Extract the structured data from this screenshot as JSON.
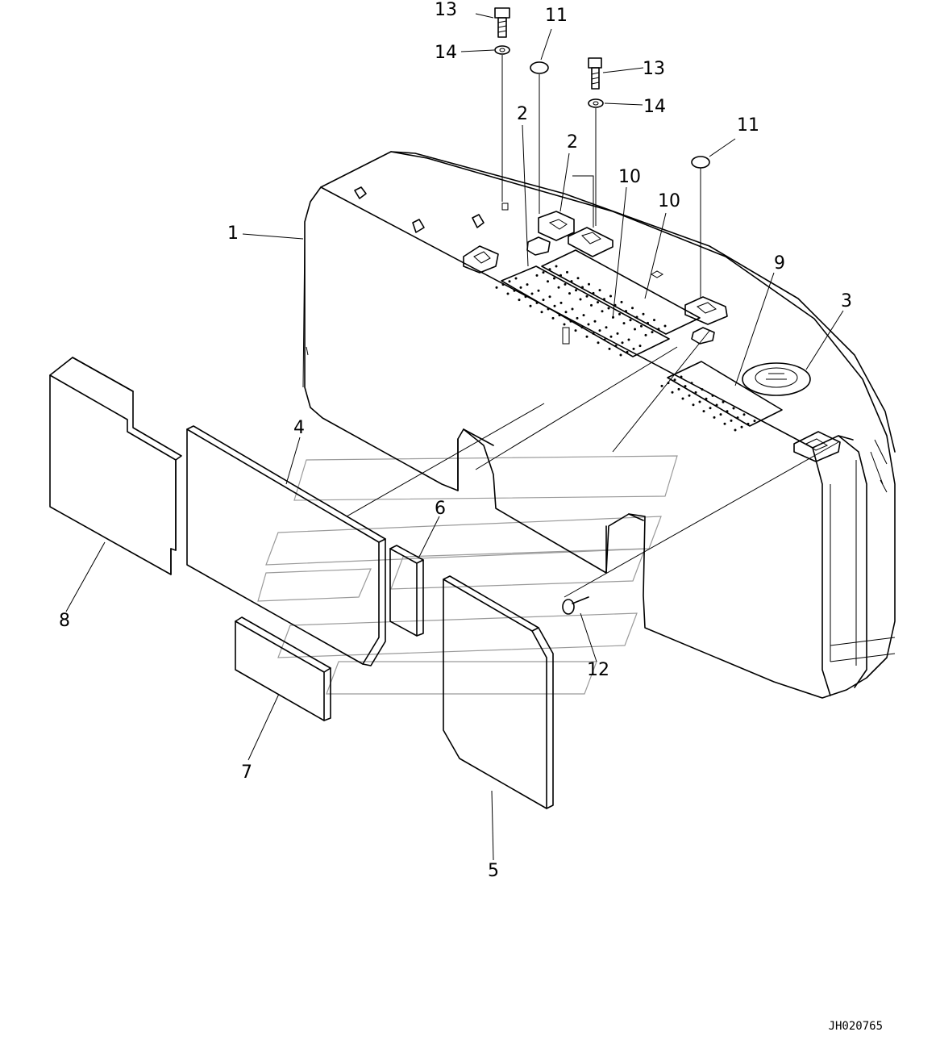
{
  "drawing": {
    "code": "JH020765",
    "callouts": [
      "13",
      "11",
      "14",
      "13",
      "14",
      "2",
      "2",
      "10",
      "10",
      "11",
      "1",
      "9",
      "3",
      "4",
      "6",
      "8",
      "12",
      "7",
      "5"
    ],
    "colors": {
      "line": "#000000",
      "watermark": "#9a9a9a",
      "background": "#ffffff"
    }
  }
}
